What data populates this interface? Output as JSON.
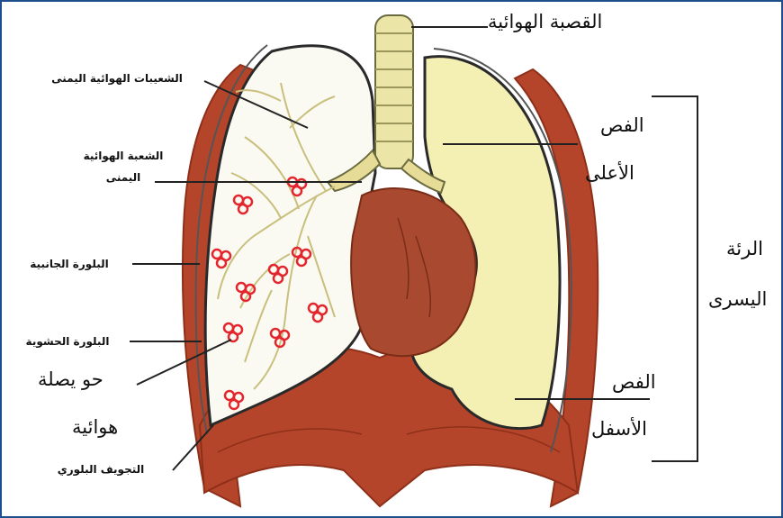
{
  "labels": {
    "trachea": "القصبة الهوائية",
    "right_bronchioles": "الشعيبات الهوائية اليمنى",
    "right_bronchus_line1": "الشعبة الهوائية",
    "right_bronchus_line2": "اليمنى",
    "parietal_pleura": "البلورة الجانبية",
    "visceral_pleura": "البلورة الحشوية",
    "alveolus_line1": "حو يصلة",
    "alveolus_line2": "هوائية",
    "pleural_cavity": "التجويف البلوري",
    "upper_lobe_line1": "الفص",
    "upper_lobe_line2": "الأعلى",
    "left_lung_line1": "الرئة",
    "left_lung_line2": "اليسرى",
    "lower_lobe_line1": "الفص",
    "lower_lobe_line2": "الأسفل"
  },
  "colors": {
    "frame": "#1f4e8c",
    "muscle": "#b5452a",
    "muscle_dark": "#8e3019",
    "lung_left": "#f4f0b4",
    "lung_right": "#fbfaf2",
    "trachea": "#ece5a8",
    "bronchi": "#e6dc98",
    "heart": "#a94a30",
    "alveoli": "#e3262e",
    "leader": "#222222"
  }
}
